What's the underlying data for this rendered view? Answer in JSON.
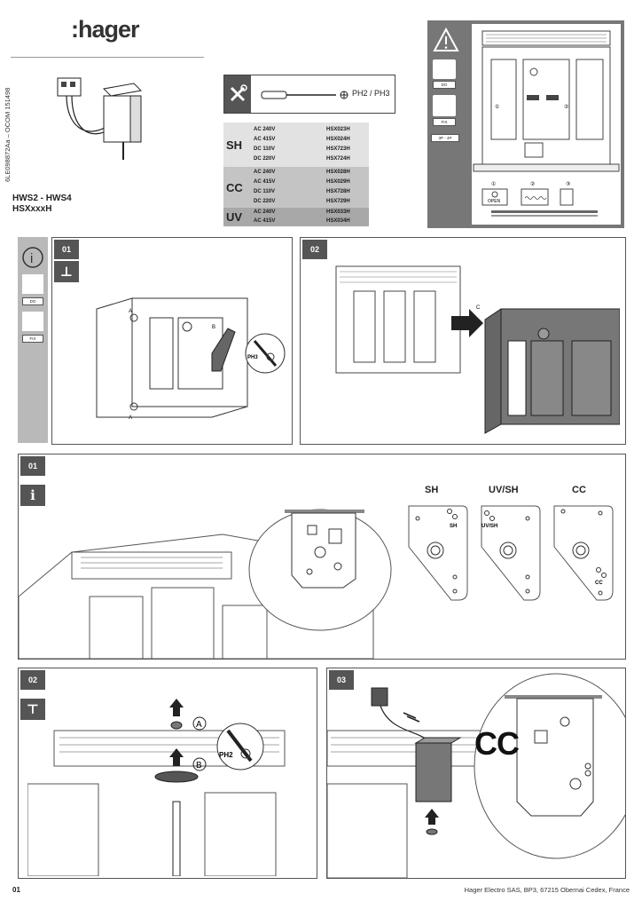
{
  "header": {
    "logo_text": ":hager",
    "doc_ref": "6LE098872Aa – OCOM 151498",
    "model_line1": "HWS2 - HWS4",
    "model_line2": "HSXxxxH"
  },
  "tools": {
    "screwdriver_label": "PH2 / PH3"
  },
  "release_table": [
    {
      "code": "SH",
      "rows": [
        {
          "voltage": "AC 240V",
          "ref": "HSX023H"
        },
        {
          "voltage": "AC 415V",
          "ref": "HSX024H"
        },
        {
          "voltage": "DC 110V",
          "ref": "HSX723H"
        },
        {
          "voltage": "DC 220V",
          "ref": "HSX724H"
        }
      ]
    },
    {
      "code": "CC",
      "rows": [
        {
          "voltage": "AC 240V",
          "ref": "HSX028H"
        },
        {
          "voltage": "AC 415V",
          "ref": "HSX029H"
        },
        {
          "voltage": "DC 110V",
          "ref": "HSX728H"
        },
        {
          "voltage": "DC 220V",
          "ref": "HSX729H"
        }
      ]
    },
    {
      "code": "UV",
      "rows": [
        {
          "voltage": "AC 240V",
          "ref": "HSX033H"
        },
        {
          "voltage": "AC 415V",
          "ref": "HSX034H"
        }
      ]
    }
  ],
  "warning_panel": {
    "tag_do": "DO",
    "tag_fix": "FIX",
    "tag_poles": "3P - 4P",
    "step1": "①",
    "step2": "②",
    "step3": "③",
    "open_label": "OPEN"
  },
  "section1": {
    "tag_do": "DO",
    "tag_fix": "FIX",
    "step01": "01",
    "step02": "02",
    "marker_a": "A",
    "marker_b": "B",
    "marker_c": "C",
    "tool": "PH3"
  },
  "section2": {
    "step01": "01",
    "plates": [
      {
        "title": "SH",
        "hole_label": "SH"
      },
      {
        "title": "UV/SH",
        "hole_label": "UV/SH"
      },
      {
        "title": "CC",
        "hole_label": "CC"
      }
    ]
  },
  "section3": {
    "step02": "02",
    "step03": "03",
    "marker_a": "A",
    "marker_b": "B",
    "tool": "PH2",
    "cc_big": "CC"
  },
  "footer": {
    "page": "01",
    "address": "Hager Electro SAS, BP3, 67215 Obernai Cedex, France"
  },
  "colors": {
    "panel_dark": "#777777",
    "step_badge": "#555555",
    "table_sh": "#e2e2e2",
    "table_cc": "#c4c4c4",
    "table_uv": "#a8a8a8"
  }
}
